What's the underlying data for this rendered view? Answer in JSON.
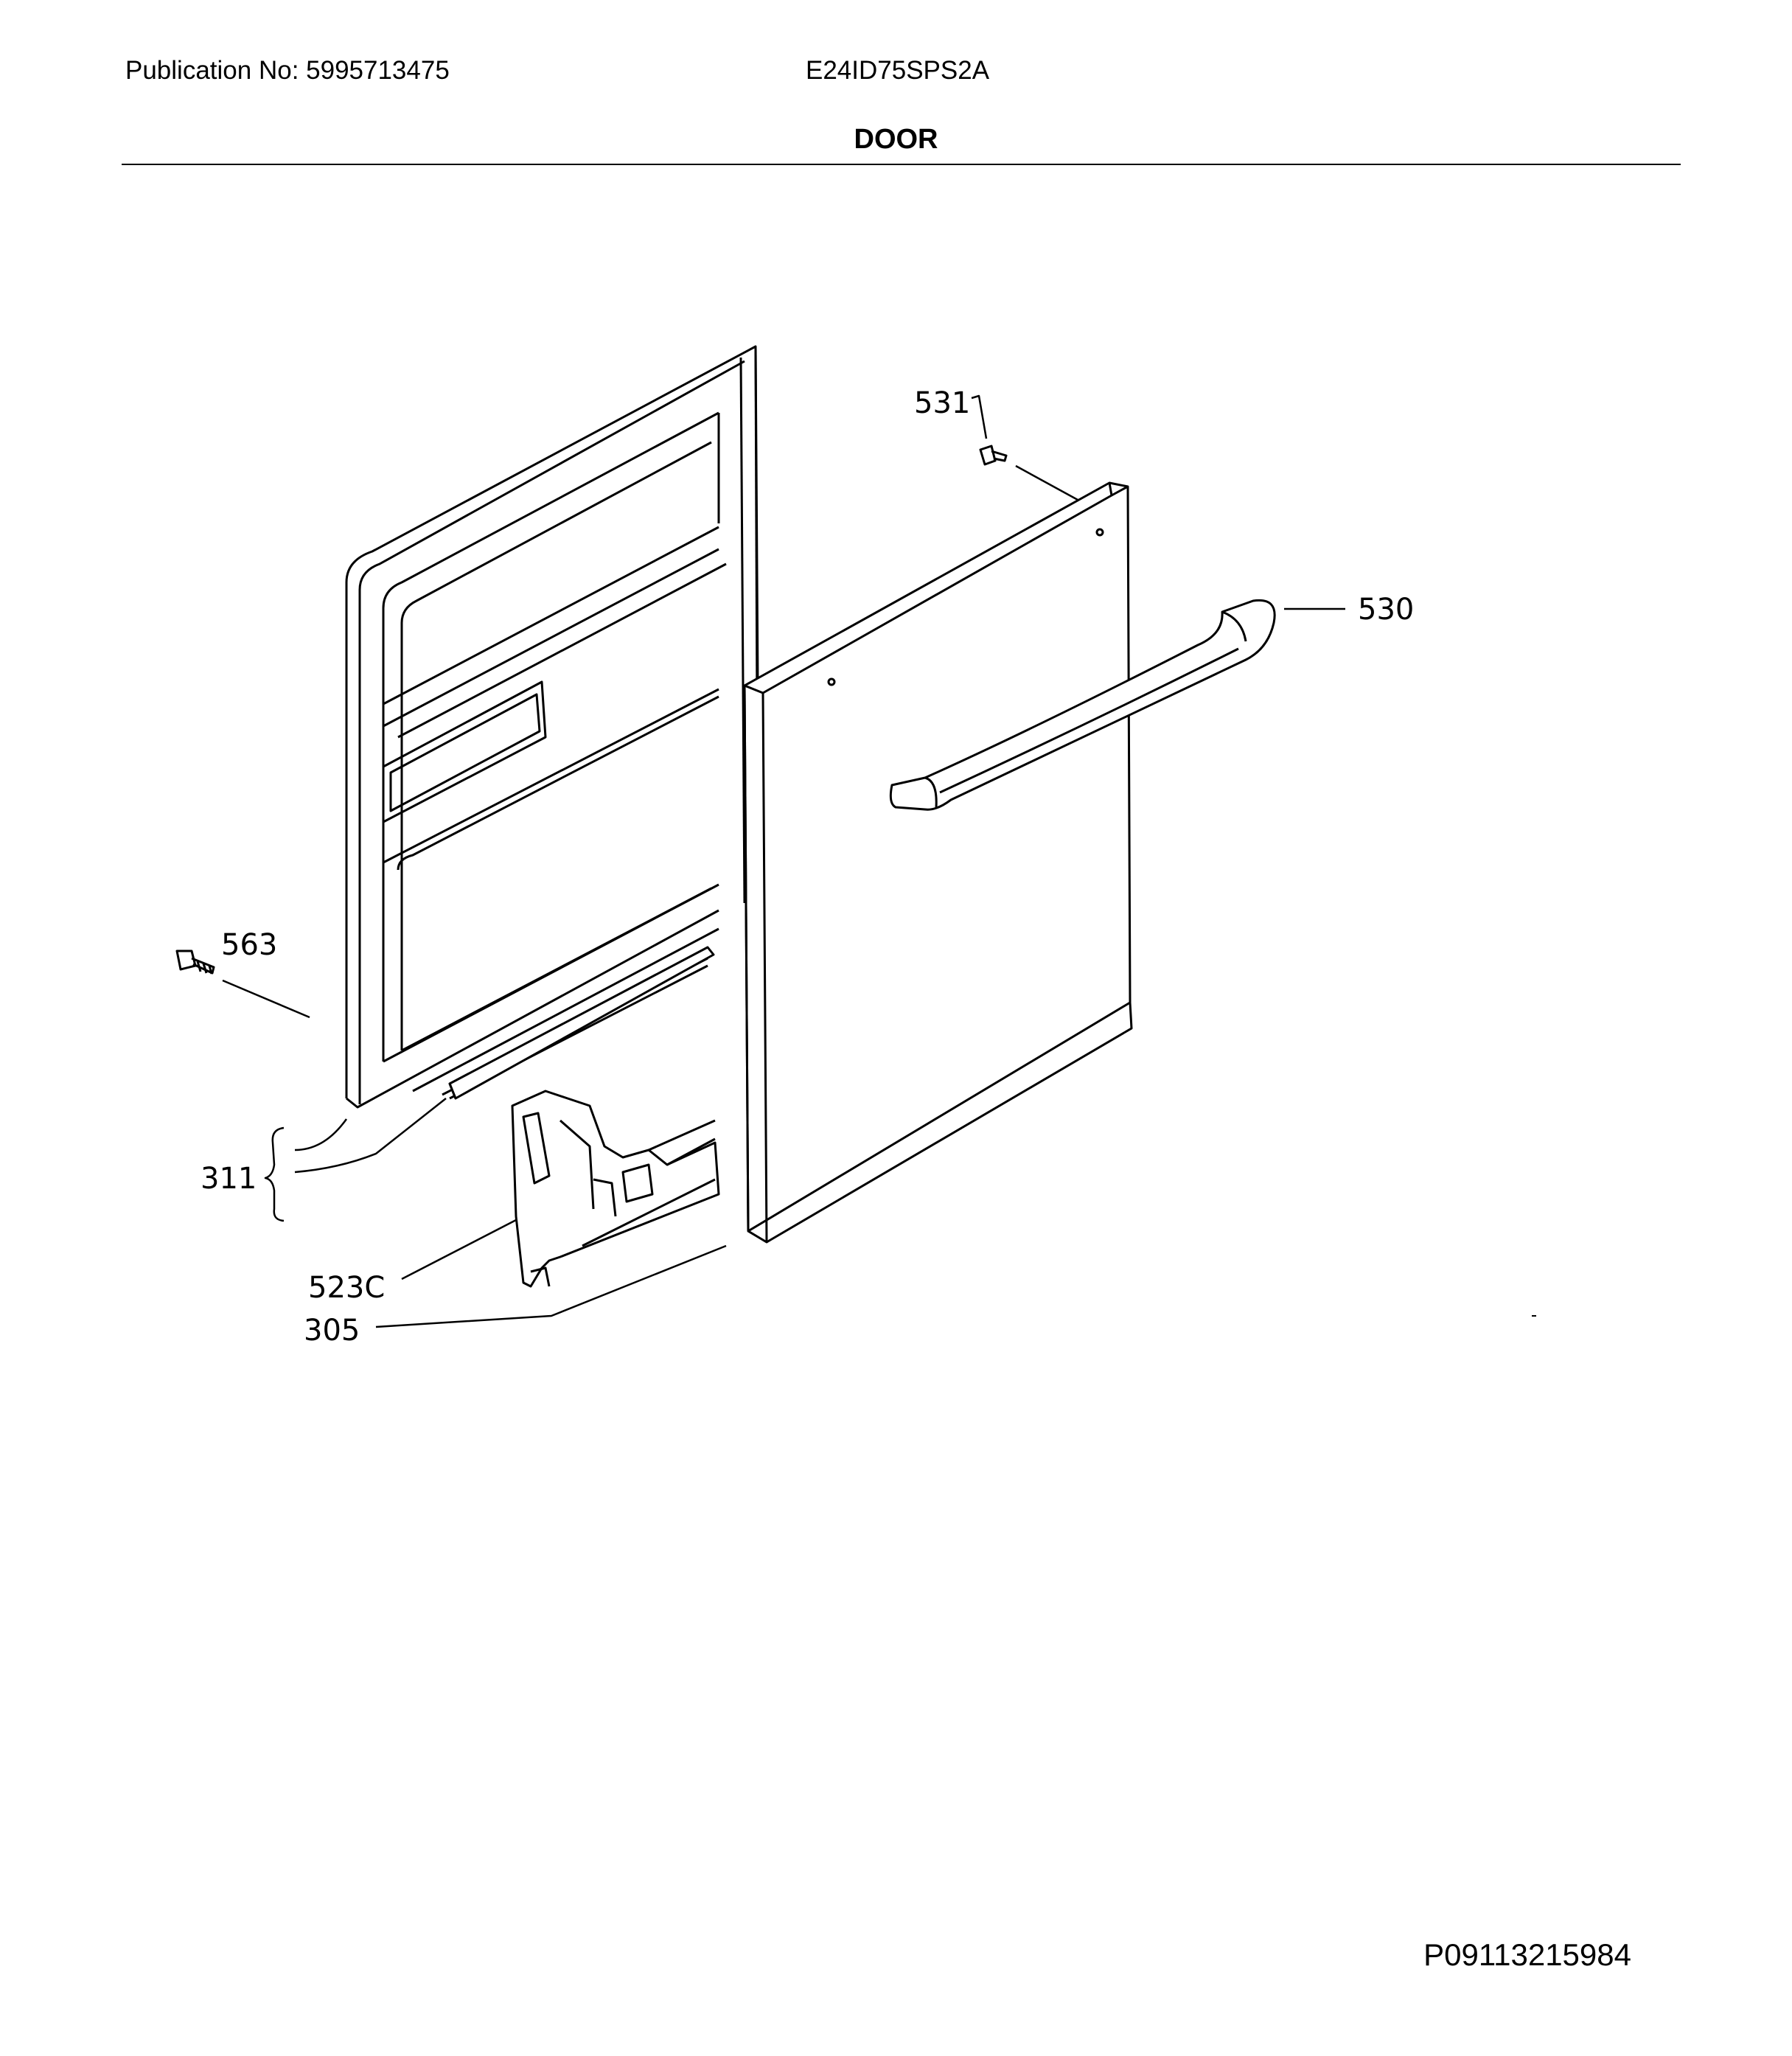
{
  "header": {
    "publication": "Publication No: 5995713475",
    "model": "E24ID75SPS2A",
    "title": "DOOR"
  },
  "parts": {
    "p531": "531",
    "p530": "530",
    "p563": "563",
    "p311": "311",
    "p523c": "523C",
    "p305": "305"
  },
  "footer": {
    "code": "P09113215984"
  }
}
